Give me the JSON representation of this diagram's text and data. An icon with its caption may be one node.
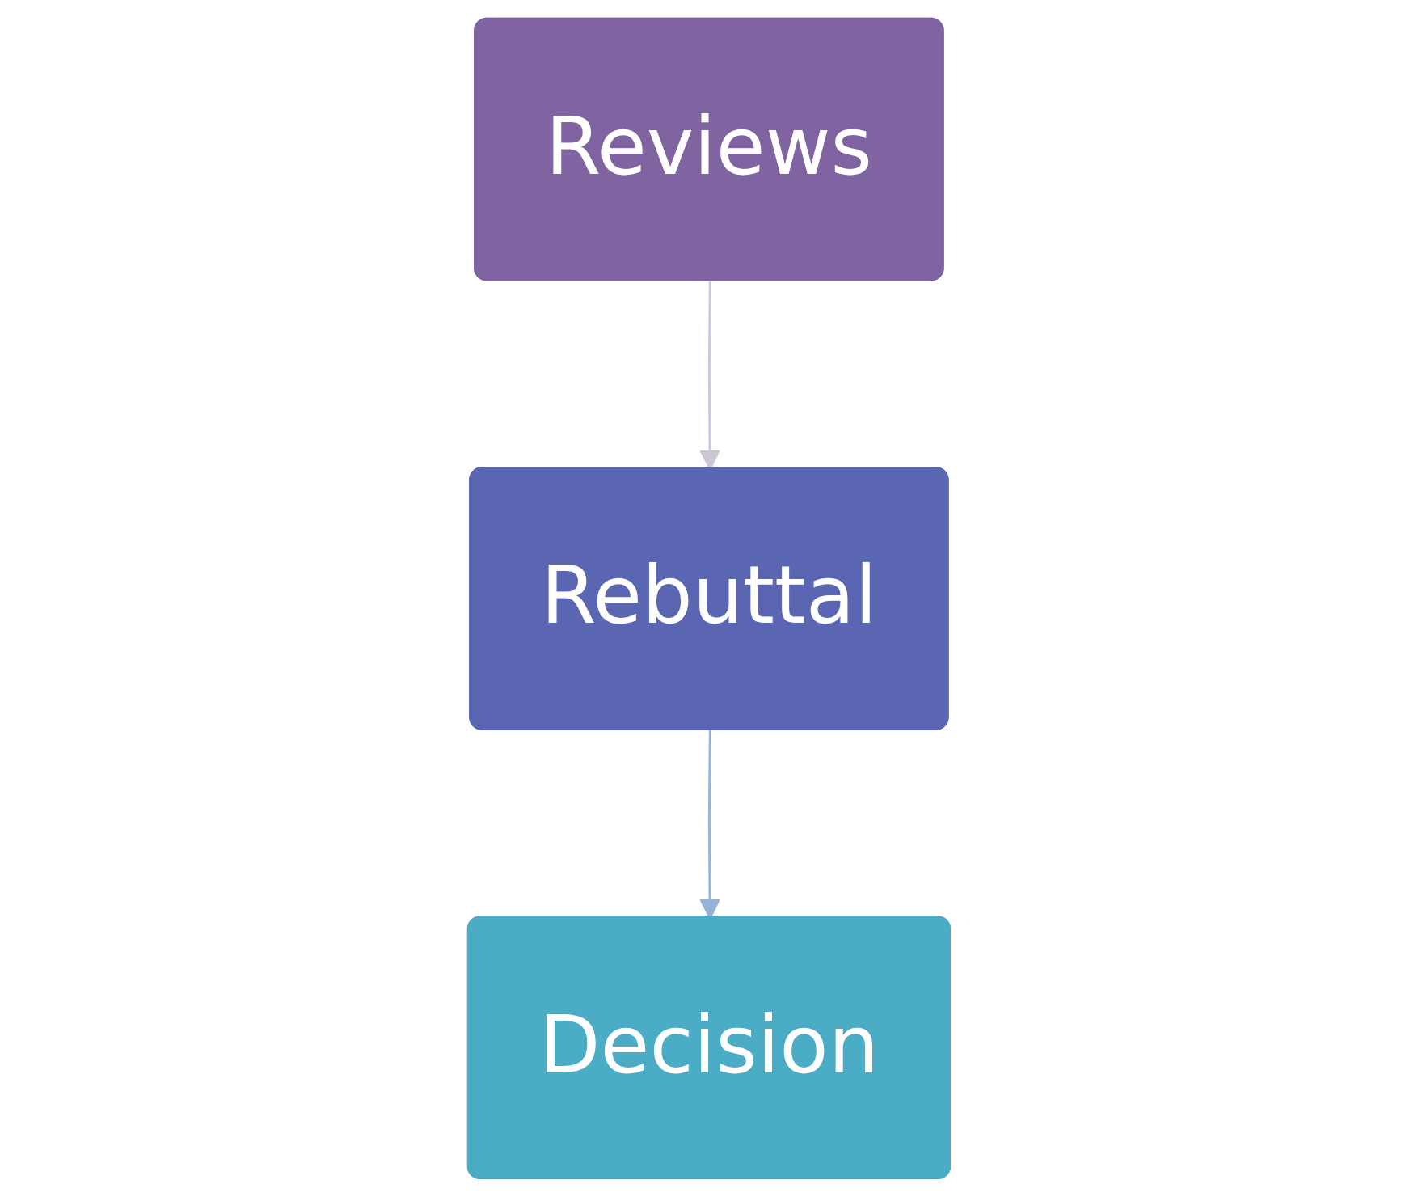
{
  "diagram": {
    "nodes": [
      {
        "text": [
          "Reviews"
        ]
      },
      {
        "text": [
          "Rebuttal"
        ]
      },
      {
        "text": [
          "Decision"
        ]
      }
    ],
    "edges": [
      {
        "from": 0,
        "to": 1,
        "arrow": "to",
        "color": "#cdc6d9"
      },
      {
        "from": 1,
        "to": 2,
        "arrow": "to",
        "color": "#95b3d7"
      }
    ]
  }
}
